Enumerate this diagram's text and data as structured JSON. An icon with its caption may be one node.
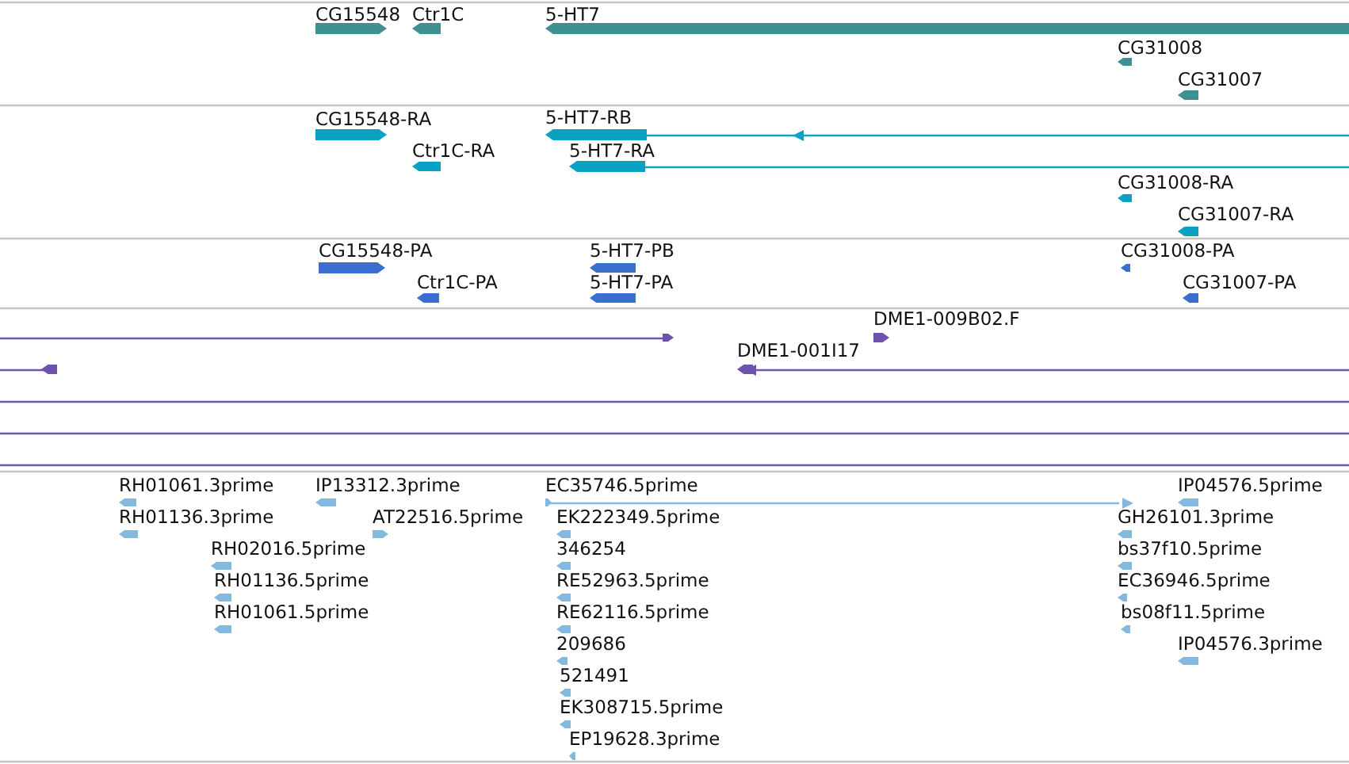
{
  "diagram": {
    "nodes": [
      {
        "text": [
          "CG15548"
        ]
      },
      {
        "text": [
          "Ctr1C"
        ]
      },
      {
        "text": [
          "5-HT7"
        ]
      },
      {
        "text": [
          "CG31008"
        ]
      },
      {
        "text": [
          "CG31007"
        ]
      },
      {
        "text": [
          "CG15548-RA"
        ]
      },
      {
        "text": [
          "5-HT7-RB"
        ]
      },
      {
        "text": [
          "Ctr1C-RA"
        ]
      },
      {
        "text": [
          "5-HT7-RA"
        ]
      },
      {
        "text": [
          "CG31008-RA"
        ]
      },
      {
        "text": [
          "CG31007-RA"
        ]
      },
      {
        "text": [
          "CG15548-PA"
        ]
      },
      {
        "text": [
          "5-HT7-PB"
        ]
      },
      {
        "text": [
          "Ctr1C-PA"
        ]
      },
      {
        "text": [
          "5-HT7-PA"
        ]
      },
      {
        "text": [
          "CG31008-PA"
        ]
      },
      {
        "text": [
          "CG31007-PA"
        ]
      },
      {
        "text": [],
        "shape": "bar"
      },
      {
        "text": [
          "DME1-009B02.F"
        ]
      },
      {
        "text": [],
        "shape": "bar"
      },
      {
        "text": [
          "DME1-001I17"
        ]
      },
      {
        "text": [],
        "shape": "bar"
      },
      {
        "text": [],
        "shape": "bar"
      },
      {
        "text": [],
        "shape": "bar"
      },
      {
        "text": [
          "RH01061.3prime"
        ]
      },
      {
        "text": [
          "IP13312.3prime"
        ]
      },
      {
        "text": [
          "EC35746.5prime"
        ]
      },
      {
        "text": [
          "IP04576.5prime"
        ]
      },
      {
        "text": [
          "RH01136.3prime"
        ]
      },
      {
        "text": [
          "AT22516.5prime"
        ]
      },
      {
        "text": [
          "EK222349.5prime"
        ]
      },
      {
        "text": [
          "GH26101.3prime"
        ]
      },
      {
        "text": [
          "RH02016.5prime"
        ]
      },
      {
        "text": [
          "346254"
        ]
      },
      {
        "text": [
          "bs37f10.5prime"
        ]
      },
      {
        "text": [
          "RH01136.5prime"
        ]
      },
      {
        "text": [
          "RE52963.5prime"
        ]
      },
      {
        "text": [
          "EC36946.5prime"
        ]
      },
      {
        "text": [
          "RH01061.5prime"
        ]
      },
      {
        "text": [
          "RE62116.5prime"
        ]
      },
      {
        "text": [
          "bs08f11.5prime"
        ]
      },
      {
        "text": [
          "209686"
        ]
      },
      {
        "text": [
          "IP04576.3prime"
        ]
      },
      {
        "text": [
          "521491"
        ]
      },
      {
        "text": [
          "EK308715.5prime"
        ]
      },
      {
        "text": [
          "EP19628.3prime"
        ]
      }
    ]
  }
}
